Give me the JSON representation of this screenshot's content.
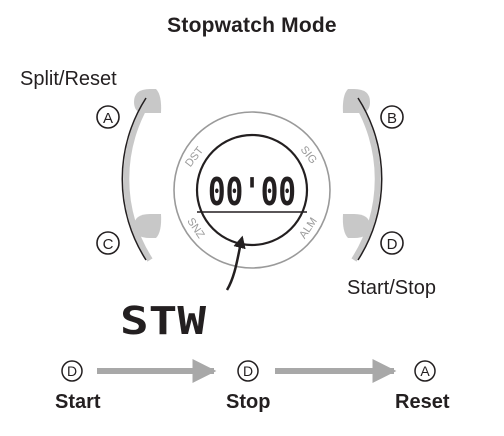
{
  "title": "Stopwatch Mode",
  "buttons": {
    "A": {
      "letter": "A",
      "label": "Split/Reset"
    },
    "B": {
      "letter": "B"
    },
    "C": {
      "letter": "C"
    },
    "D": {
      "letter": "D",
      "label": "Start/Stop"
    }
  },
  "bezel": {
    "top_left": "DST",
    "top_right": "SIG",
    "bottom_left": "SNZ",
    "bottom_right": "ALM"
  },
  "display": {
    "time": "00'00"
  },
  "mode_indicator": "STW",
  "sequence": [
    {
      "button": "D",
      "label": "Start"
    },
    {
      "button": "D",
      "label": "Stop"
    },
    {
      "button": "A",
      "label": "Reset"
    }
  ],
  "colors": {
    "line": "#231f20",
    "case": "#c8c8c8",
    "arrow": "#a8a8a8",
    "bezel_text": "#9a9a9a"
  }
}
